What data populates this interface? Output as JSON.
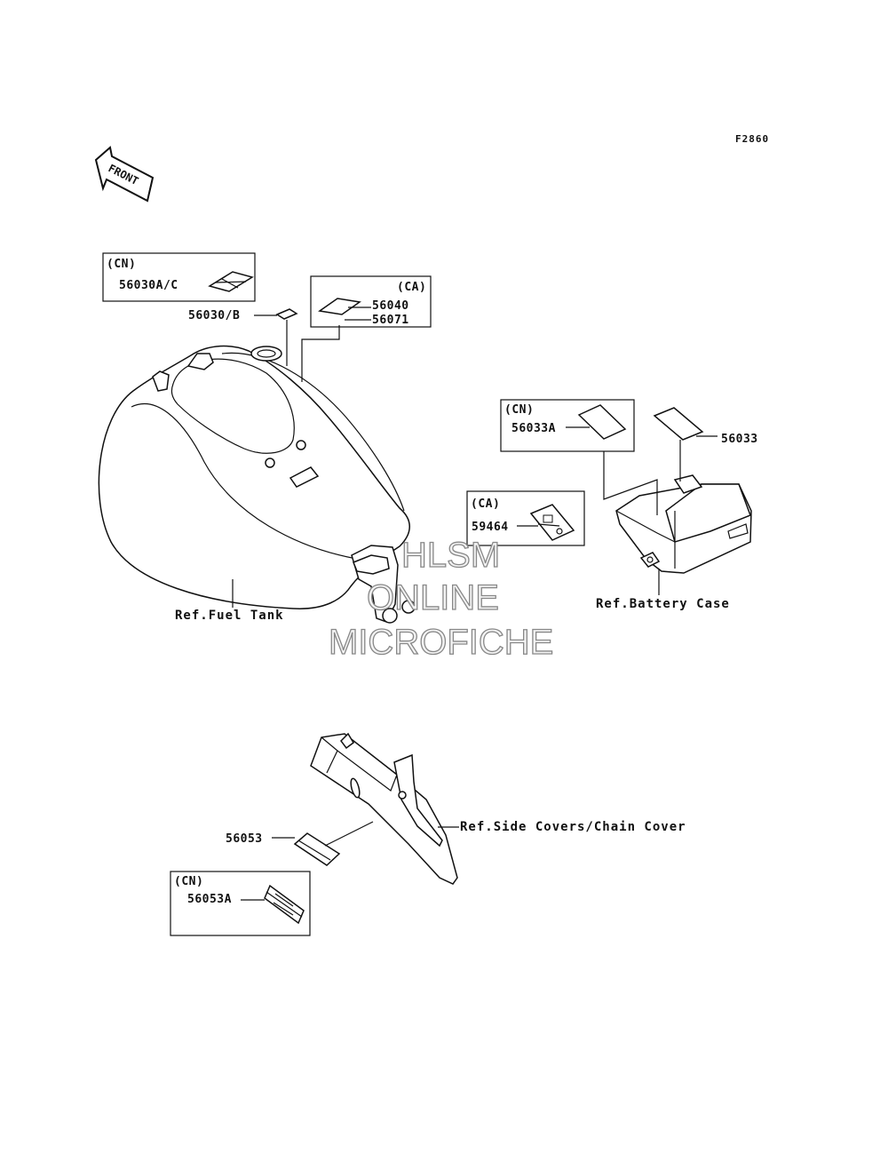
{
  "figure_code": "F2860",
  "front_arrow": {
    "label": "FRONT",
    "icon": "front-direction-arrow-icon"
  },
  "groups": {
    "tank_cn": {
      "tag": "(CN)",
      "part": "56030A/C"
    },
    "tank_ca": {
      "tag": "(CA)",
      "parts": [
        "56040",
        "56071"
      ]
    },
    "battery_cn": {
      "tag": "(CN)",
      "part": "56033A"
    },
    "battery_ca": {
      "tag": "(CA)",
      "part": "59464"
    },
    "cover_cn": {
      "tag": "(CN)",
      "part": "56053A"
    }
  },
  "callouts": {
    "p56030b": "56030/B",
    "p56033": "56033",
    "p56053": "56053"
  },
  "references": {
    "fuel_tank": "Ref.Fuel Tank",
    "battery_case": "Ref.Battery Case",
    "side_covers": "Ref.Side Covers/Chain Cover"
  },
  "watermark": {
    "line1": "HLSM",
    "line2": "ONLINE",
    "line3": "MICROFICHE"
  }
}
